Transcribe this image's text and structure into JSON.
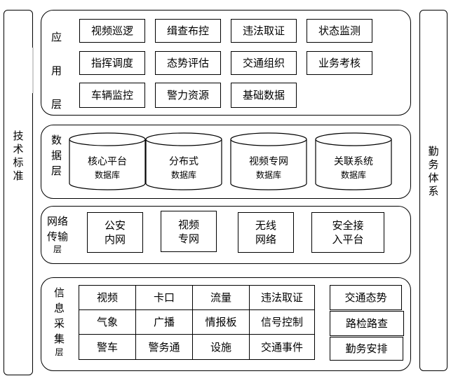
{
  "left_side": {
    "label": [
      "技",
      "术",
      "标",
      "准"
    ]
  },
  "right_side": {
    "label": [
      "勤",
      "务",
      "体",
      "系"
    ]
  },
  "application_layer": {
    "label": [
      "应",
      "用",
      "层"
    ],
    "rows": [
      [
        "视频巡逻",
        "缉查布控",
        "违法取证",
        "状态监测"
      ],
      [
        "指挥调度",
        "态势评估",
        "交通组织",
        "业务考核"
      ],
      [
        "车辆监控",
        "警力资源",
        "基础数据"
      ]
    ]
  },
  "data_layer": {
    "label": [
      "数",
      "据",
      "层"
    ],
    "databases": [
      {
        "name": "核心平台",
        "sub": "数据库"
      },
      {
        "name": "分布式",
        "sub": "数据库"
      },
      {
        "name": "视频专网",
        "sub": "数据库"
      },
      {
        "name": "关联系统",
        "sub": "数据库"
      }
    ]
  },
  "network_layer": {
    "label": [
      "网络",
      "传输",
      "层"
    ],
    "boxes": [
      [
        "公安",
        "内网"
      ],
      [
        "视频",
        "专网"
      ],
      [
        "无线",
        "网络"
      ],
      [
        "安全接",
        "入平台"
      ]
    ]
  },
  "collection_layer": {
    "label": [
      "信",
      "息",
      "采",
      "集",
      "层"
    ],
    "grid": [
      [
        "视频",
        "卡口",
        "流量",
        "违法取证"
      ],
      [
        "气象",
        "广播",
        "情报板",
        "信号控制"
      ],
      [
        "警车",
        "警务通",
        "设施",
        "交通事件"
      ]
    ],
    "right_boxes": [
      "交通态势",
      "路检路查",
      "勤务安排"
    ]
  }
}
